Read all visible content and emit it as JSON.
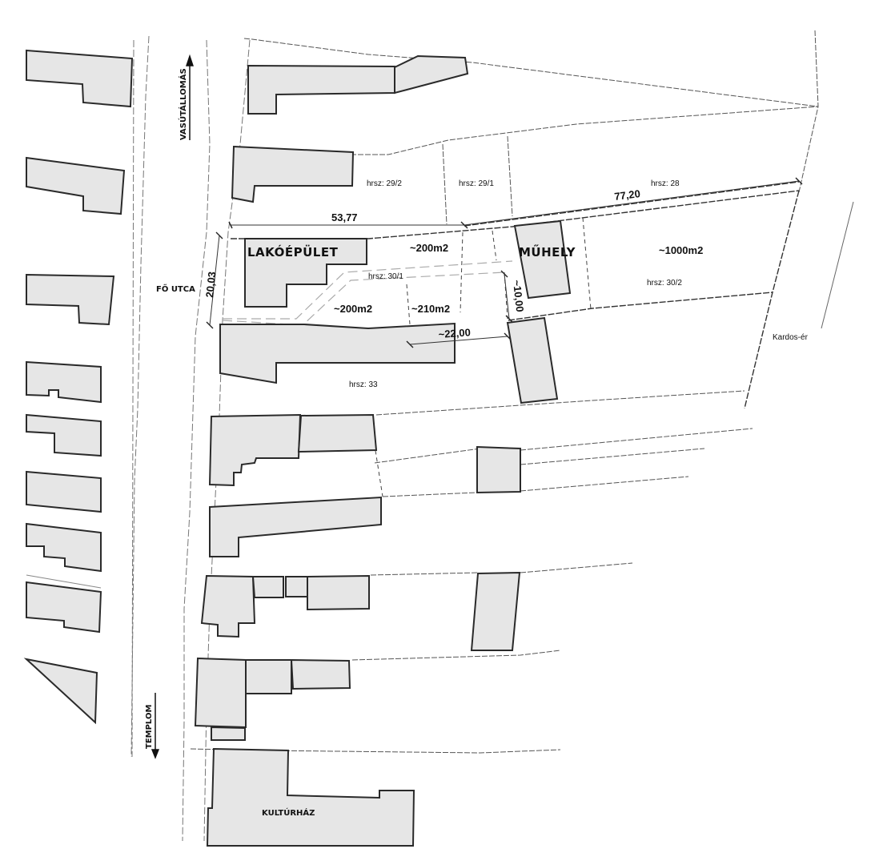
{
  "map": {
    "streets": {
      "main": "FŐ UTCA",
      "north_direction": "VASÚTÁLLOMÁS",
      "south_direction": "TEMPLOM"
    },
    "buildings": {
      "residential": "LAKÓÉPÜLET",
      "workshop": "MŰHELY",
      "culture_house": "KULTÚRHÁZ"
    },
    "areas": {
      "a1": "~200m2",
      "a2": "~200m2",
      "a3": "~210m2",
      "a4": "~1000m2"
    },
    "parcels": {
      "p29_2": "hrsz: 29/2",
      "p29_1": "hrsz: 29/1",
      "p28": "hrsz: 28",
      "p30_1": "hrsz: 30/1",
      "p30_2": "hrsz: 30/2",
      "p33": "hrsz: 33"
    },
    "dimensions": {
      "front_length": "53,77",
      "long_length": "77,20",
      "width": "20,03",
      "gap_width": "~10,00",
      "gap_length": "~22,00"
    },
    "water": {
      "stream": "Kardos-ér"
    },
    "colors": {
      "building_fill": "#e6e6e6",
      "building_stroke": "#2a2a2a",
      "background": "#ffffff"
    }
  }
}
